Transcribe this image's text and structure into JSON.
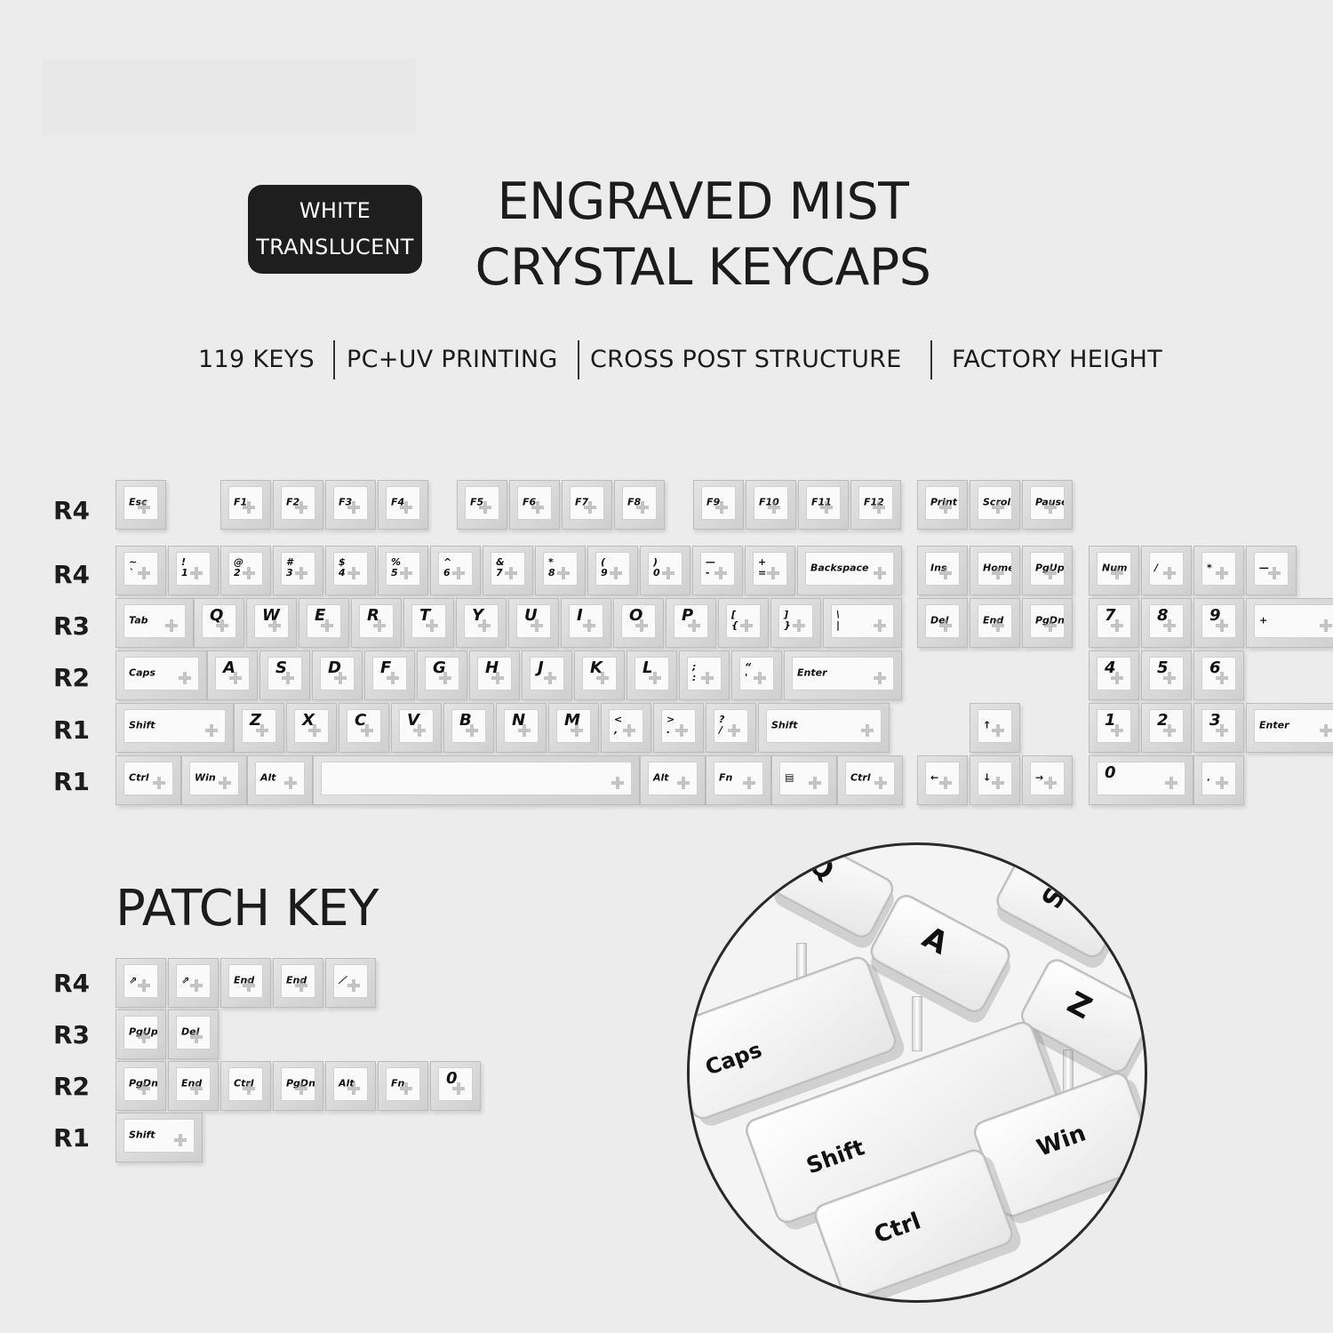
{
  "badge": {
    "line1": "WHITE",
    "line2": "TRANSLUCENT"
  },
  "title": {
    "line1": "ENGRAVED MIST",
    "line2": "CRYSTAL KEYCAPS"
  },
  "features": [
    "119 KEYS",
    "PC+UV PRINTING",
    "CROSS POST STRUCTURE",
    "FACTORY HEIGHT"
  ],
  "row_labels": [
    "R4",
    "R4",
    "R3",
    "R2",
    "R1",
    "R1"
  ],
  "patch": {
    "title": "PATCH KEY",
    "row_labels": [
      "R4",
      "R3",
      "R2",
      "R1"
    ]
  },
  "photo_keys": {
    "q": "Q",
    "s": "S",
    "a": "A",
    "z": "Z",
    "caps": "Caps",
    "shift": "Shift",
    "win": "Win",
    "ctrl": "Ctrl"
  },
  "main_keys": [
    [
      "Esc",
      "F1",
      "F2",
      "F3",
      "F4",
      "F5",
      "F6",
      "F7",
      "F8",
      "F9",
      "F10",
      "F11",
      "F12",
      "Print",
      "Scroll",
      "Pause"
    ],
    [
      "~\n`",
      "!\n1",
      "@\n2",
      "#\n3",
      "$\n4",
      "%\n5",
      "^\n6",
      "&\n7",
      "*\n8",
      "(\n9",
      ")\n0",
      "—\n-",
      "+\n=",
      "Backspace",
      "Ins",
      "Home",
      "PgUp",
      "Num",
      "/",
      "*",
      "—"
    ],
    [
      "Tab",
      "Q",
      "W",
      "E",
      "R",
      "T",
      "Y",
      "U",
      "I",
      "O",
      "P",
      "[\n{",
      "]\n}",
      "\\\n|",
      "Del",
      "End",
      "PgDn",
      "7",
      "8",
      "9",
      "+"
    ],
    [
      "Caps",
      "A",
      "S",
      "D",
      "F",
      "G",
      "H",
      "J",
      "K",
      "L",
      ";\n:",
      "“\n'",
      "Enter",
      "4",
      "5",
      "6"
    ],
    [
      "Shift",
      "Z",
      "X",
      "C",
      "V",
      "B",
      "N",
      "M",
      "<\n,",
      ">\n.",
      "?\n/",
      "Shift",
      "↑",
      "1",
      "2",
      "3",
      "Enter"
    ],
    [
      "Ctrl",
      "Win",
      "Alt",
      "",
      "Alt",
      "Fn",
      "▤",
      "Ctrl",
      "←",
      "↓",
      "→",
      "0",
      "."
    ]
  ],
  "patch_keys": [
    [
      "⇗",
      "⇗",
      "End",
      "End",
      "⟋"
    ],
    [
      "PgUp",
      "Del"
    ],
    [
      "PgDn",
      "End",
      "Ctrl",
      "PgDn",
      "Alt",
      "Fn",
      "0"
    ],
    [
      "Shift"
    ]
  ]
}
